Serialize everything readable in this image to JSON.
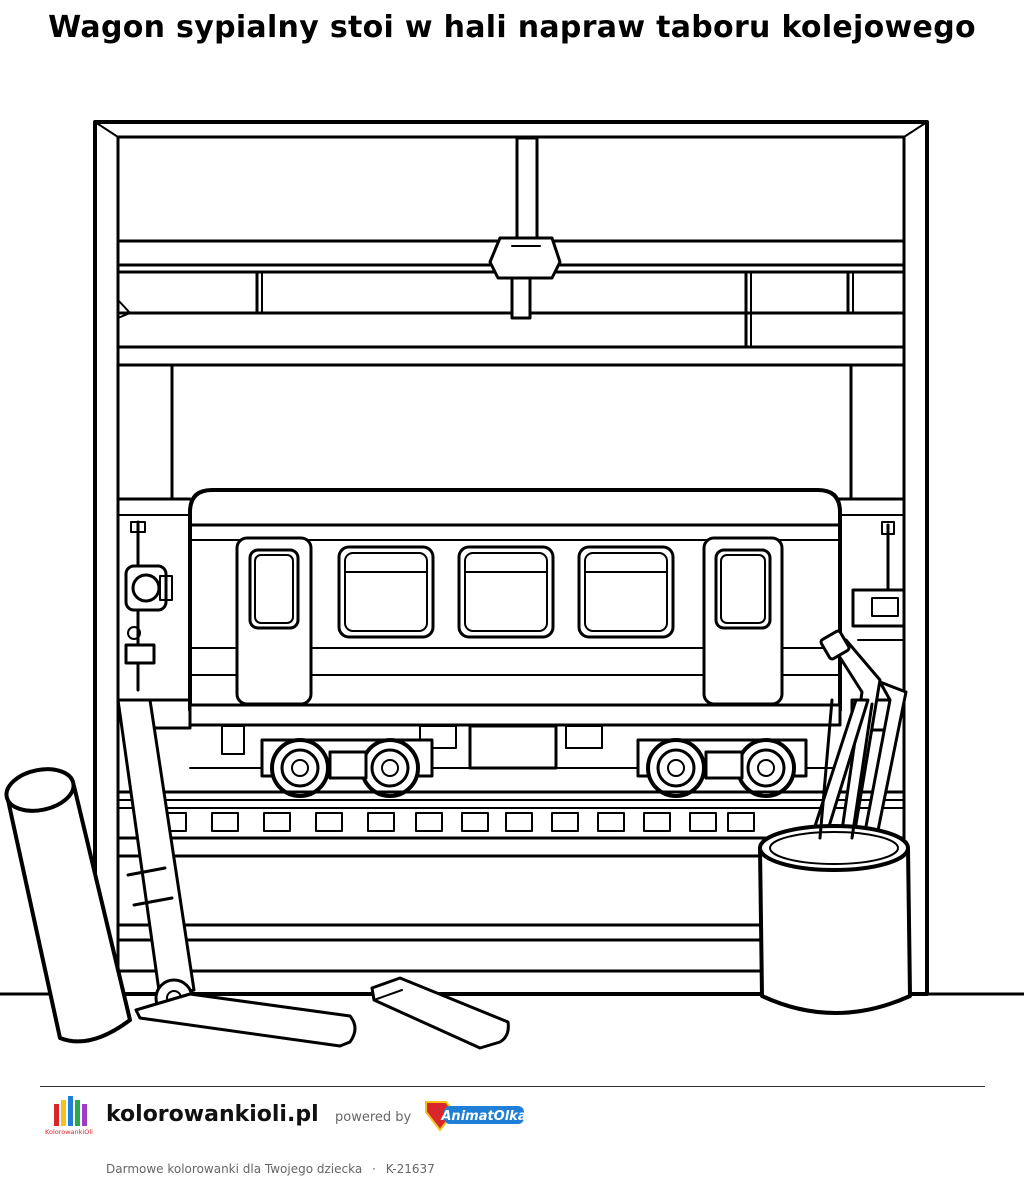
{
  "page": {
    "title": "Wagon sypialny stoi w hali napraw taboru kolejowego"
  },
  "footer": {
    "site_name": "kolorowankioli.pl",
    "powered_by": "powered by",
    "brand_logo_text": "AnimatOlka",
    "logo_text": "KolorowankiOli",
    "tagline": "Darmowe kolorowanki dla Twojego dziecka",
    "separator": "·",
    "code": "K-21637"
  },
  "illustration": {
    "subject": "coloring-page-line-art",
    "stroke_color": "#000000",
    "fill_color": "#ffffff"
  },
  "colors": {
    "brand_blue": "#1f7fd6",
    "brand_red": "#d8262b",
    "brand_yellow": "#f4c21a",
    "muted_text": "#666666"
  }
}
